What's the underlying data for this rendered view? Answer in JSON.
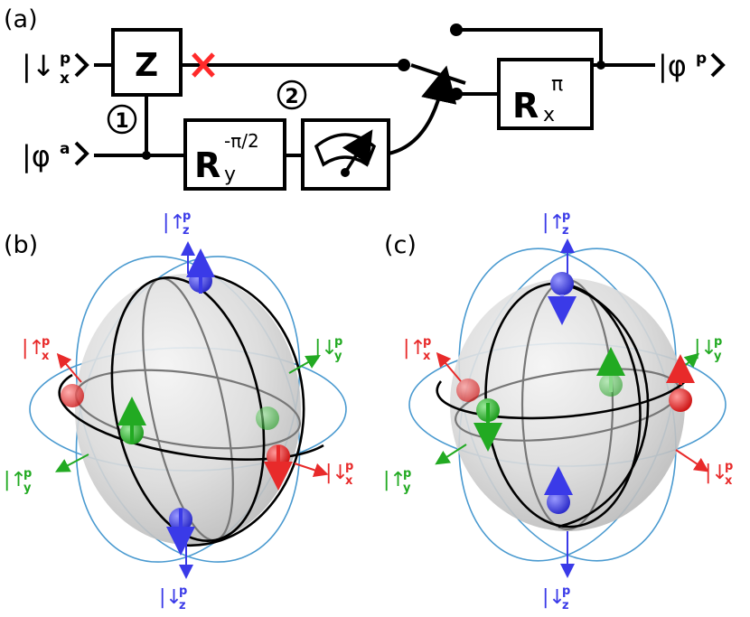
{
  "panels": {
    "a": "(a)",
    "b": "(b)",
    "c": "(c)"
  },
  "circuit": {
    "input_probe": {
      "bar": "|↓",
      "sup": "p",
      "sub": "x"
    },
    "input_ancilla": {
      "bar": "|φ",
      "sup": "a"
    },
    "output_probe": {
      "bar": "|φ",
      "sup": "p"
    },
    "z_gate": "Z",
    "ry_gate": {
      "letter": "R",
      "sub": "y",
      "sup": "-π/2"
    },
    "rx_gate": {
      "letter": "R",
      "sub": "x",
      "sup": "π"
    },
    "step1": "1",
    "step2": "2",
    "colors": {
      "discard_cross": "#ff2a2a"
    }
  },
  "bloch": {
    "labels": {
      "up_z": {
        "bar": "|↑",
        "sup": "p",
        "sub": "z"
      },
      "down_z": {
        "bar": "|↓",
        "sup": "p",
        "sub": "z"
      },
      "up_x": {
        "bar": "|↑",
        "sup": "p",
        "sub": "x"
      },
      "down_x": {
        "bar": "|↓",
        "sup": "p",
        "sub": "x"
      },
      "up_y": {
        "bar": "|↑",
        "sup": "p",
        "sub": "y"
      },
      "down_y": {
        "bar": "|↓",
        "sup": "p",
        "sub": "y"
      }
    },
    "colors": {
      "z": "#3a3ae8",
      "x": "#e82a2a",
      "y": "#22aa22",
      "orbit": "#4a9ad0"
    }
  }
}
